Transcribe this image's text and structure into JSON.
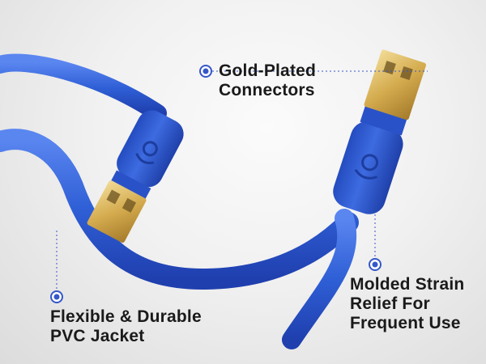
{
  "colors": {
    "cable": "#2f5fd6",
    "cable_dark": "#1f3fae",
    "connector_gold": "#d9b45a",
    "marker": "#3557c9",
    "label_text": "#1a1a1a"
  },
  "callouts": {
    "gold_plated": {
      "line1": "Gold-Plated",
      "line2": "Connectors"
    },
    "strain_relief": {
      "line1": "Molded Strain",
      "line2": "Relief For",
      "line3": "Frequent Use"
    },
    "pvc_jacket": {
      "line1": "Flexible & Durable",
      "line2": "PVC Jacket"
    }
  },
  "icons": {
    "logo": "cable-matters-logo-icon",
    "marker": "target-dot-icon"
  }
}
